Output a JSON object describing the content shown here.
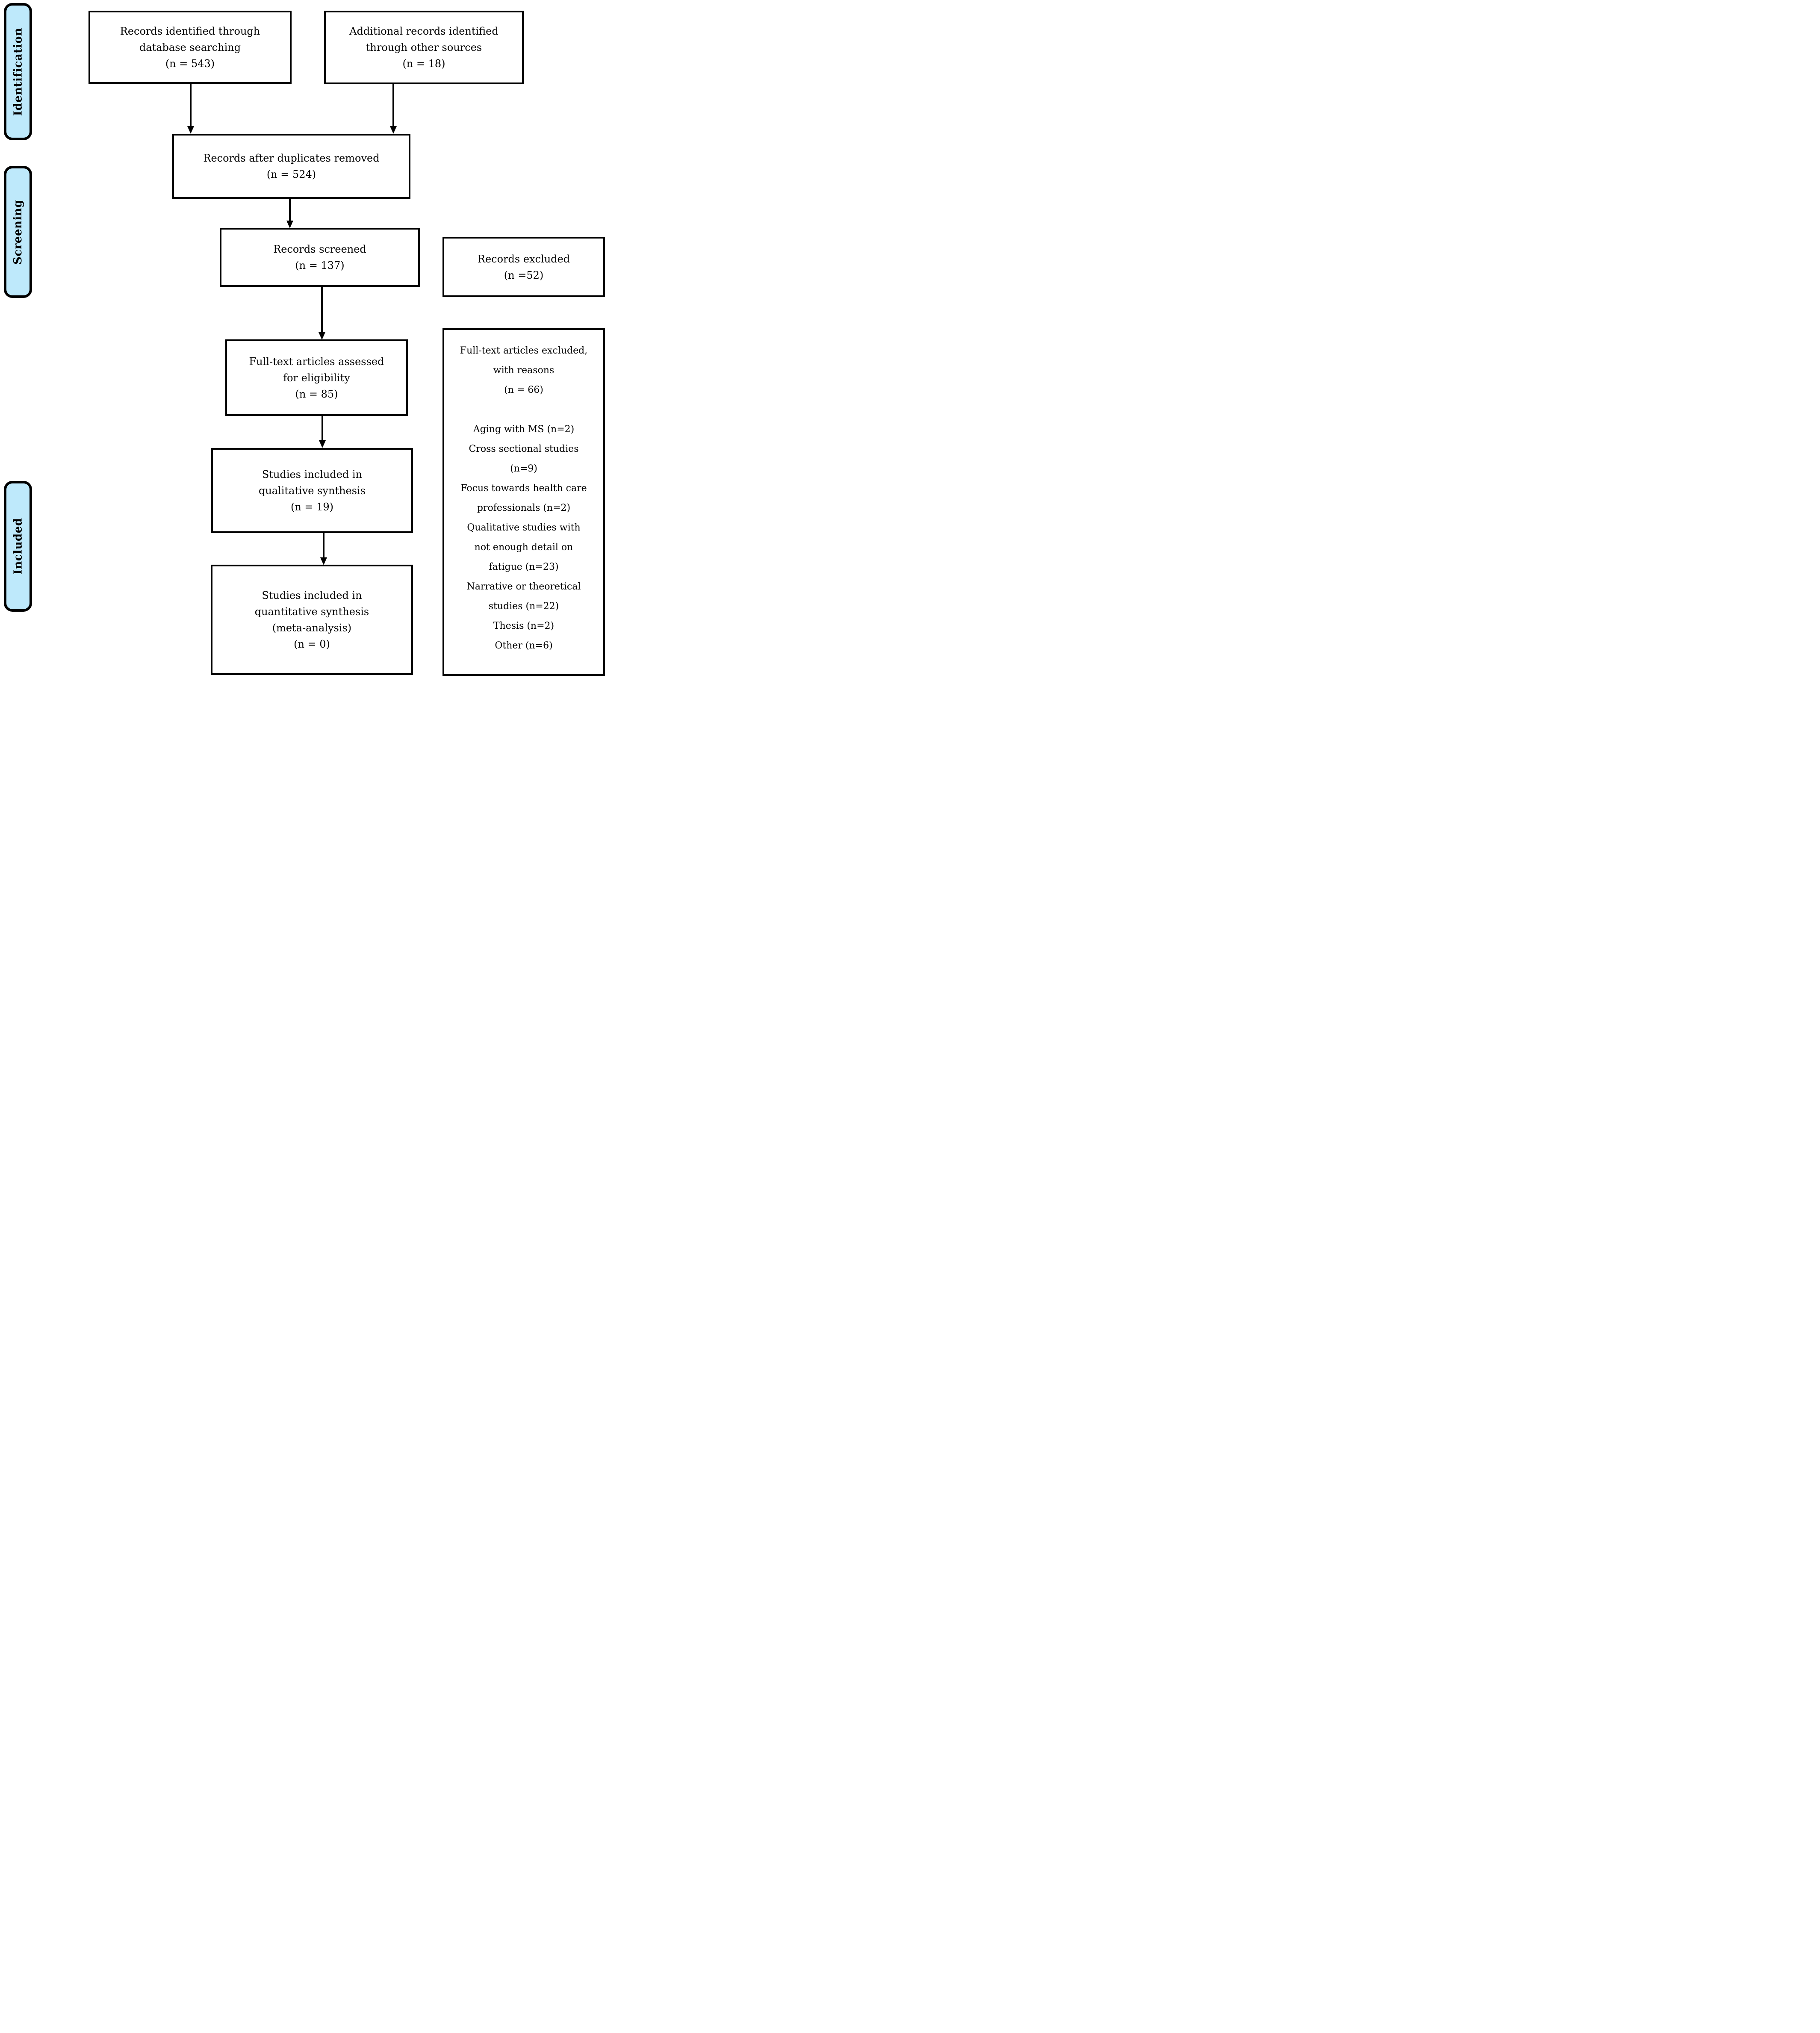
{
  "meta": {
    "diagram_type": "PRISMA flow diagram",
    "colors": {
      "stage_fill": "#BEE9FB",
      "border": "#000000",
      "box_fill": "#FFFFFF",
      "text": "#000000"
    }
  },
  "sidebar": {
    "stages": [
      {
        "label": "Identification"
      },
      {
        "label": "Screening"
      },
      {
        "label": "Included"
      }
    ]
  },
  "boxes": {
    "identified": [
      "Records identified through",
      "database searching",
      "(n = 543)"
    ],
    "additional": [
      "Additional records identified",
      "through other sources",
      "(n = 18)"
    ],
    "deduplicated": [
      "Records after duplicates removed",
      "(n = 524)"
    ],
    "screened": [
      "Records screened",
      "(n = 137)"
    ],
    "records_excluded": [
      "Records excluded",
      "(n =52)"
    ],
    "fulltext_assessed": [
      "Full-text articles assessed",
      "for eligibility",
      "(n = 85)"
    ],
    "fulltext_excluded": [
      "Full-text articles excluded,",
      "with reasons",
      "(n = 66)",
      "",
      "Aging with MS (n=2)",
      "Cross sectional studies",
      "(n=9)",
      "Focus towards health care",
      "professionals (n=2)",
      "Qualitative studies with",
      "not enough detail on",
      "fatigue (n=23)",
      "Narrative or theoretical",
      "studies (n=22)",
      "Thesis (n=2)",
      "Other (n=6)"
    ],
    "qualitative": [
      "Studies included in",
      "qualitative synthesis",
      "(n = 19)"
    ],
    "quantitative": [
      "Studies included in",
      "quantitative synthesis",
      "(meta-analysis)",
      "(n = 0)"
    ]
  }
}
